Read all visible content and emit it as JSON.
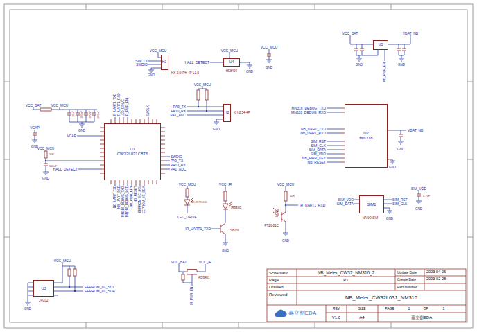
{
  "diagram": {
    "nodes": [
      {
        "text": [
          "H1"
        ]
      },
      {
        "text": [
          "U4"
        ]
      },
      {
        "text": [
          "U5"
        ]
      },
      {
        "text": [
          "H2"
        ]
      },
      {
        "text": [
          "U1",
          "CW32L031C8T6"
        ]
      },
      {
        "text": [
          "U2",
          "MN316"
        ]
      },
      {
        "text": [
          "SIM1"
        ]
      },
      {
        "text": [
          "U3"
        ]
      }
    ],
    "labels": [
      "Schematic",
      "NB_Meter_CW32_NM316_2",
      "Update Date",
      "2023-04-05",
      "Page",
      "P1",
      "Create Date",
      "2023-02-28",
      "Part Number",
      "Drawed",
      "Reviewed",
      "NB_Meter_CW32L031_NM316",
      "REV",
      "SIZE",
      "PAGE",
      "1",
      "OF",
      "1",
      "V1.0",
      "A4",
      "嘉立创EDA",
      "嘉立创EDA",
      "VCC_MCU",
      "SWCLK",
      "SWDIO",
      "GND",
      "HX-2.54PH-4P-L1.5",
      "HALL_DETECT",
      "VCC_MCU",
      "GND",
      "VCC_MCU",
      "GND",
      "HE8404",
      "VCC_MCU",
      "PA9_TX",
      "PA10_RX",
      "PA1_ADC",
      "GND",
      "XH-2.54-4P",
      "VCC_BAT",
      "VCC_MCU",
      "10uF",
      "100nF",
      "100nF",
      "100nF",
      "GND",
      "VCAP",
      "GND",
      "VCAP",
      "VCC_MCU",
      "GND",
      "HALL_DETECT",
      "10K",
      "100nF",
      "IR_UART1_TXD",
      "IR_UART1_RXD",
      "LED_DRIVE",
      "IR_PWR_EN",
      "SWCLK",
      "SWDIO",
      "PA9_TX",
      "PA10_RX",
      "PA1_ADC",
      "NB_UART_TXD",
      "NB_UART_RXD",
      "MN316_DEBUG_TXD",
      "MN316_DEBUG_RXD",
      "NB_PWR_KEY",
      "NB_RESET",
      "EEPROM_IIC_SCL",
      "EEPROM_IIC_SDA",
      "MN316_DEBUG_TXD",
      "MN316_DEBUG_RXD",
      "NB_UART_TXD",
      "NB_UART_RXD",
      "SIM_RST",
      "SIM_CLK",
      "SIM_DATA",
      "SIM_VDD",
      "NB_PWR_KEY",
      "NB_RESET",
      "VBAT_NB",
      "GND",
      "GND",
      "VCC_BAT",
      "VBAT_NB",
      "GND",
      "GND",
      "NB_PWR_EN",
      "SIM_VDD",
      "SIM_DATA",
      "SIM_RST",
      "SIM_CLK",
      "GND",
      "NANO-SIM",
      "SIM_VDD",
      "GND",
      "4.7uF",
      "VCC_MCU",
      "19-217/GHC",
      "LED_DRIVE",
      "VCC_IR",
      "IR333C",
      "IR_UART1_TXD",
      "S8050",
      "GND",
      "VCC_MCU",
      "IR_UART1_RXD",
      "PT26-21C",
      "GND",
      "10K",
      "VCC_MCU",
      "EEPROM_IIC_SCL",
      "EEPROM_IIC_SDA",
      "GND",
      "24C02",
      "VCC_BAT",
      "VCC_IR",
      "IR_PWR_EN",
      "AO3401"
    ]
  }
}
